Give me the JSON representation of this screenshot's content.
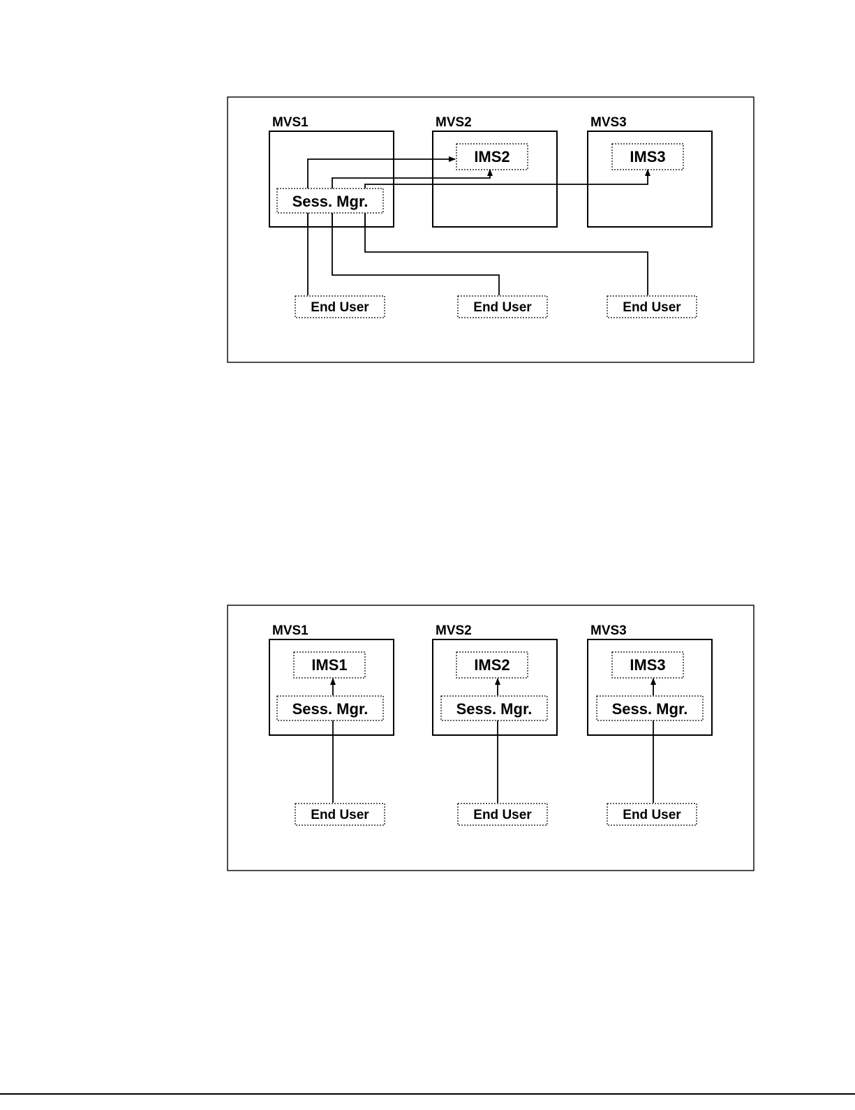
{
  "diagrams": [
    {
      "systems": [
        {
          "label": "MVS1",
          "inner": null
        },
        {
          "label": "MVS2",
          "inner": "IMS2"
        },
        {
          "label": "MVS3",
          "inner": "IMS3"
        }
      ],
      "session_manager": "Sess. Mgr.",
      "end_users": [
        "End User",
        "End User",
        "End User"
      ]
    },
    {
      "systems": [
        {
          "label": "MVS1",
          "inner": "IMS1",
          "session_manager": "Sess. Mgr."
        },
        {
          "label": "MVS2",
          "inner": "IMS2",
          "session_manager": "Sess. Mgr."
        },
        {
          "label": "MVS3",
          "inner": "IMS3",
          "session_manager": "Sess. Mgr."
        }
      ],
      "end_users": [
        "End User",
        "End User",
        "End User"
      ]
    }
  ]
}
